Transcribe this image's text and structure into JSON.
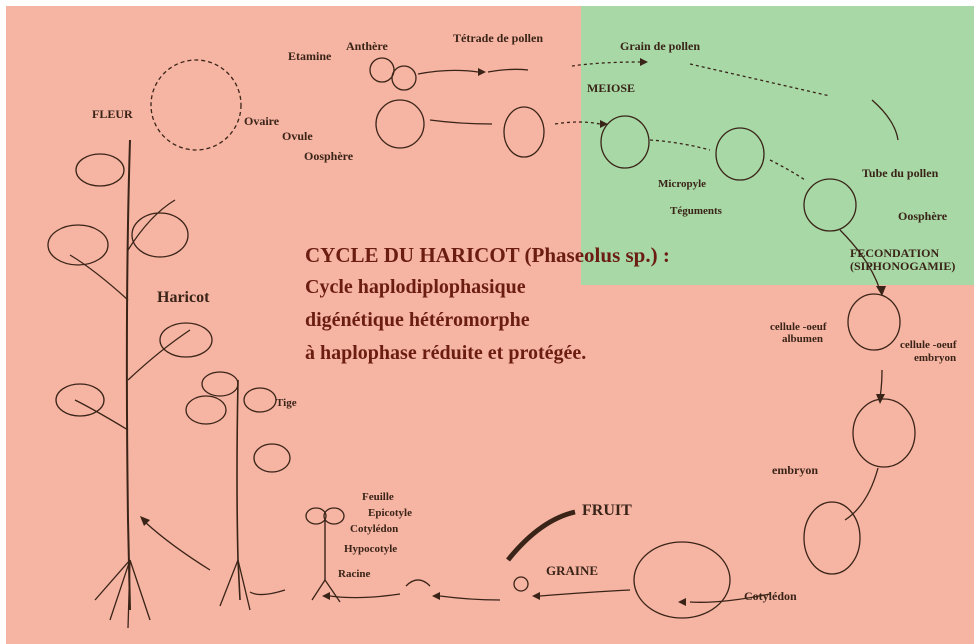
{
  "colors": {
    "paper": "#ffffff",
    "red_zone": "#f6b4a3",
    "green_zone": "#a7d8a6",
    "ink": "#3a2418",
    "title_ink": "#6b1d12"
  },
  "title": {
    "line1": "CYCLE DU HARICOT (Phaseolus sp.) :",
    "line2": "Cycle haplodiplophasique",
    "line3": "digénétique hétéromorphe",
    "line4": "à haplophase réduite et protégée."
  },
  "labels": {
    "fleur": "FLEUR",
    "etamine": "Etamine",
    "anthere": "Anthère",
    "tetrade": "Tétrade de pollen",
    "grain": "Grain de pollen",
    "meiose": "MEIOSE",
    "ovaire": "Ovaire",
    "ovule": "Ovule",
    "oosphere1": "Oosphère",
    "micropyle": "Micropyle",
    "teguments": "Téguments",
    "tube": "Tube du pollen",
    "oosphere2": "Oosphère",
    "fecondation": "FECONDATION",
    "siphonogamie": "(SIPHONOGAMIE)",
    "cellule_albumen_1": "cellule -oeuf",
    "cellule_albumen_2": "albumen",
    "cellule_embryon_1": "cellule -oeuf",
    "cellule_embryon_2": "embryon",
    "haricot": "Haricot",
    "tige": "Tige",
    "embryon": "embryon",
    "fruit": "FRUIT",
    "graine": "GRAINE",
    "cotyledon": "Cotylédon",
    "feuille": "Feuille",
    "epicotyle": "Epicotyle",
    "cotyledon2": "Cotylédon",
    "hypocotyle": "Hypocotyle",
    "racine": "Racine"
  }
}
